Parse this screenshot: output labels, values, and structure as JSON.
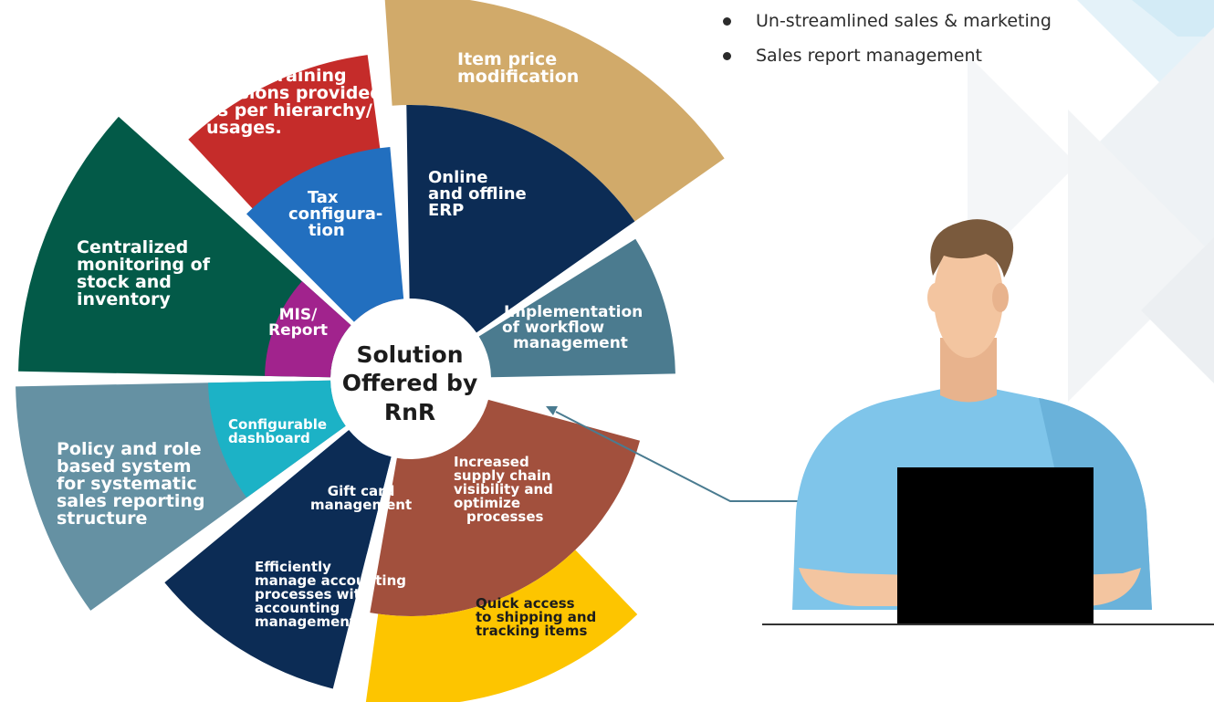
{
  "bullets": [
    "Un-streamlined sales & marketing",
    "Sales report management"
  ],
  "center": {
    "lines": [
      "Solution",
      "Offered by",
      "RnR"
    ]
  },
  "segments": {
    "training": {
      "lines": [
        "Initial training",
        "sessions provided",
        "as per hierarchy/",
        "usages."
      ],
      "color": "#c52c2a"
    },
    "price": {
      "lines": [
        "Item price",
        "modification"
      ],
      "color": "#d1aa6a"
    },
    "centralized": {
      "lines": [
        "Centralized",
        "monitoring of",
        "stock and",
        "inventory"
      ],
      "color": "#035a48"
    },
    "tax": {
      "lines": [
        "Tax",
        "configura-",
        "tion"
      ],
      "color": "#226fbf"
    },
    "erp": {
      "lines": [
        "Online",
        "and offline",
        "ERP"
      ],
      "color": "#0c2c55"
    },
    "mis": {
      "lines": [
        "MIS/",
        "Report"
      ],
      "color": "#a1238d"
    },
    "workflow": {
      "lines": [
        "Implementation",
        "of workflow",
        "management"
      ],
      "color": "#4b7b8f"
    },
    "policy": {
      "lines": [
        "Policy and role",
        "based system",
        "for systematic",
        "sales reporting",
        "structure"
      ],
      "color": "#6591a3"
    },
    "dashboard": {
      "lines": [
        "Configurable",
        "dashboard"
      ],
      "color": "#1cb2c6"
    },
    "gift": {
      "lines": [
        "Gift card",
        "management"
      ],
      "color": "#1b67ba"
    },
    "supply": {
      "lines": [
        "Increased",
        "supply chain",
        "visibility and",
        "optimize",
        "processes"
      ],
      "color": "#a2503d"
    },
    "accounting": {
      "lines": [
        "Efficiently",
        "manage accounting",
        "processes with",
        "accounting",
        "management"
      ],
      "color": "#0c2c55"
    },
    "shipping": {
      "lines": [
        "Quick access",
        "to shipping and",
        "tracking items"
      ],
      "color": "#fdc500"
    }
  }
}
